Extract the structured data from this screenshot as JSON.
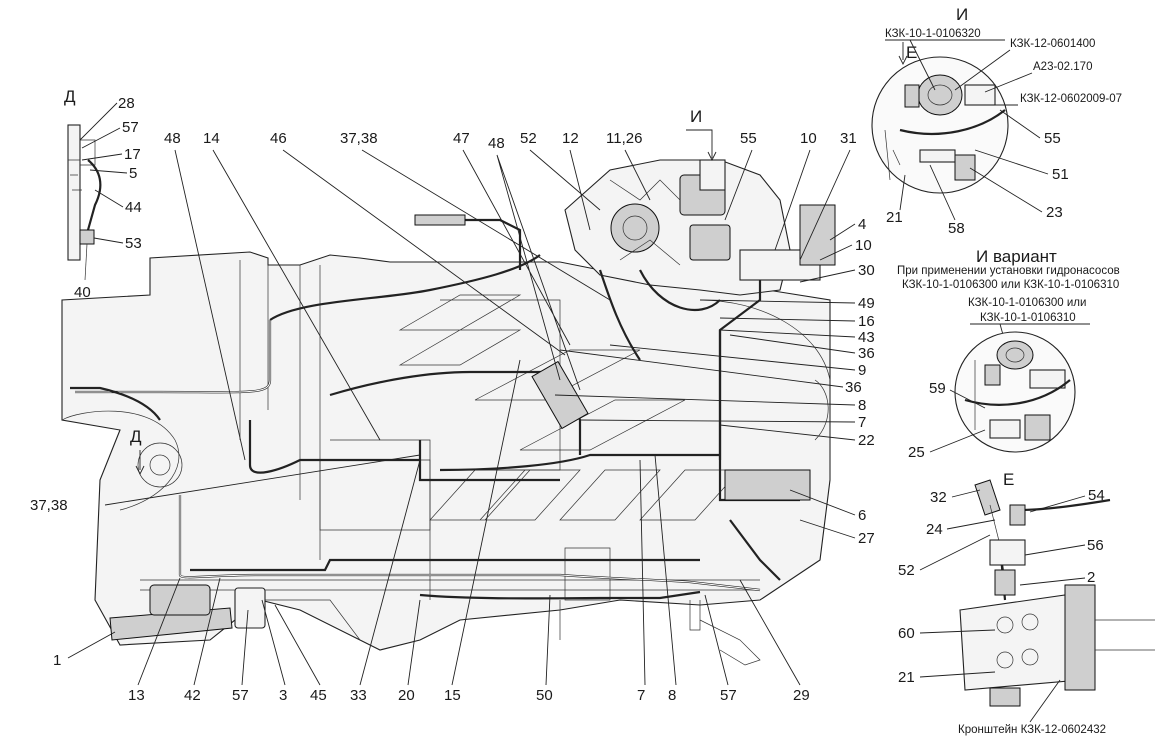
{
  "views": {
    "d_top": "Д",
    "d_side": "Д",
    "i_main": "И",
    "i_detail": "И",
    "e_arrow": "Е",
    "e_detail": "Е",
    "i_variant_title": "И вариант"
  },
  "notes": {
    "variant_line1": "При применении установки гидронасосов",
    "variant_line2": "КЗК-10-1-0106300 или КЗК-10-1-0106310",
    "variant_part1": "КЗК-10-1-0106300 или",
    "variant_part2": "КЗК-10-1-0106310",
    "bracket": "Кронштейн КЗК-12-0602432"
  },
  "detail_i_parts": {
    "p1": "КЗК-10-1-0106320",
    "p2": "КЗК-12-0601400",
    "p3": "А23-02.170",
    "p4": "КЗК-12-0602009-07"
  },
  "callouts_d": [
    "28",
    "57",
    "17",
    "5",
    "44",
    "53",
    "40"
  ],
  "callouts_top": [
    "48",
    "14",
    "46",
    "37,38",
    "47",
    "48",
    "52",
    "12",
    "11,26",
    "55",
    "10",
    "31"
  ],
  "callouts_right": [
    "4",
    "10",
    "30",
    "49",
    "16",
    "43",
    "36",
    "9",
    "36",
    "8",
    "7",
    "22",
    "6",
    "27"
  ],
  "callouts_left": [
    "37,38",
    "1"
  ],
  "callouts_bottom": [
    "13",
    "42",
    "57",
    "3",
    "45",
    "33",
    "20",
    "15",
    "50",
    "7",
    "8",
    "57",
    "29"
  ],
  "callouts_i_detail": [
    "55",
    "51",
    "23",
    "58",
    "21"
  ],
  "callouts_i_variant": [
    "59",
    "25"
  ],
  "callouts_e_detail": [
    "32",
    "54",
    "24",
    "56",
    "52",
    "2",
    "60",
    "21"
  ]
}
